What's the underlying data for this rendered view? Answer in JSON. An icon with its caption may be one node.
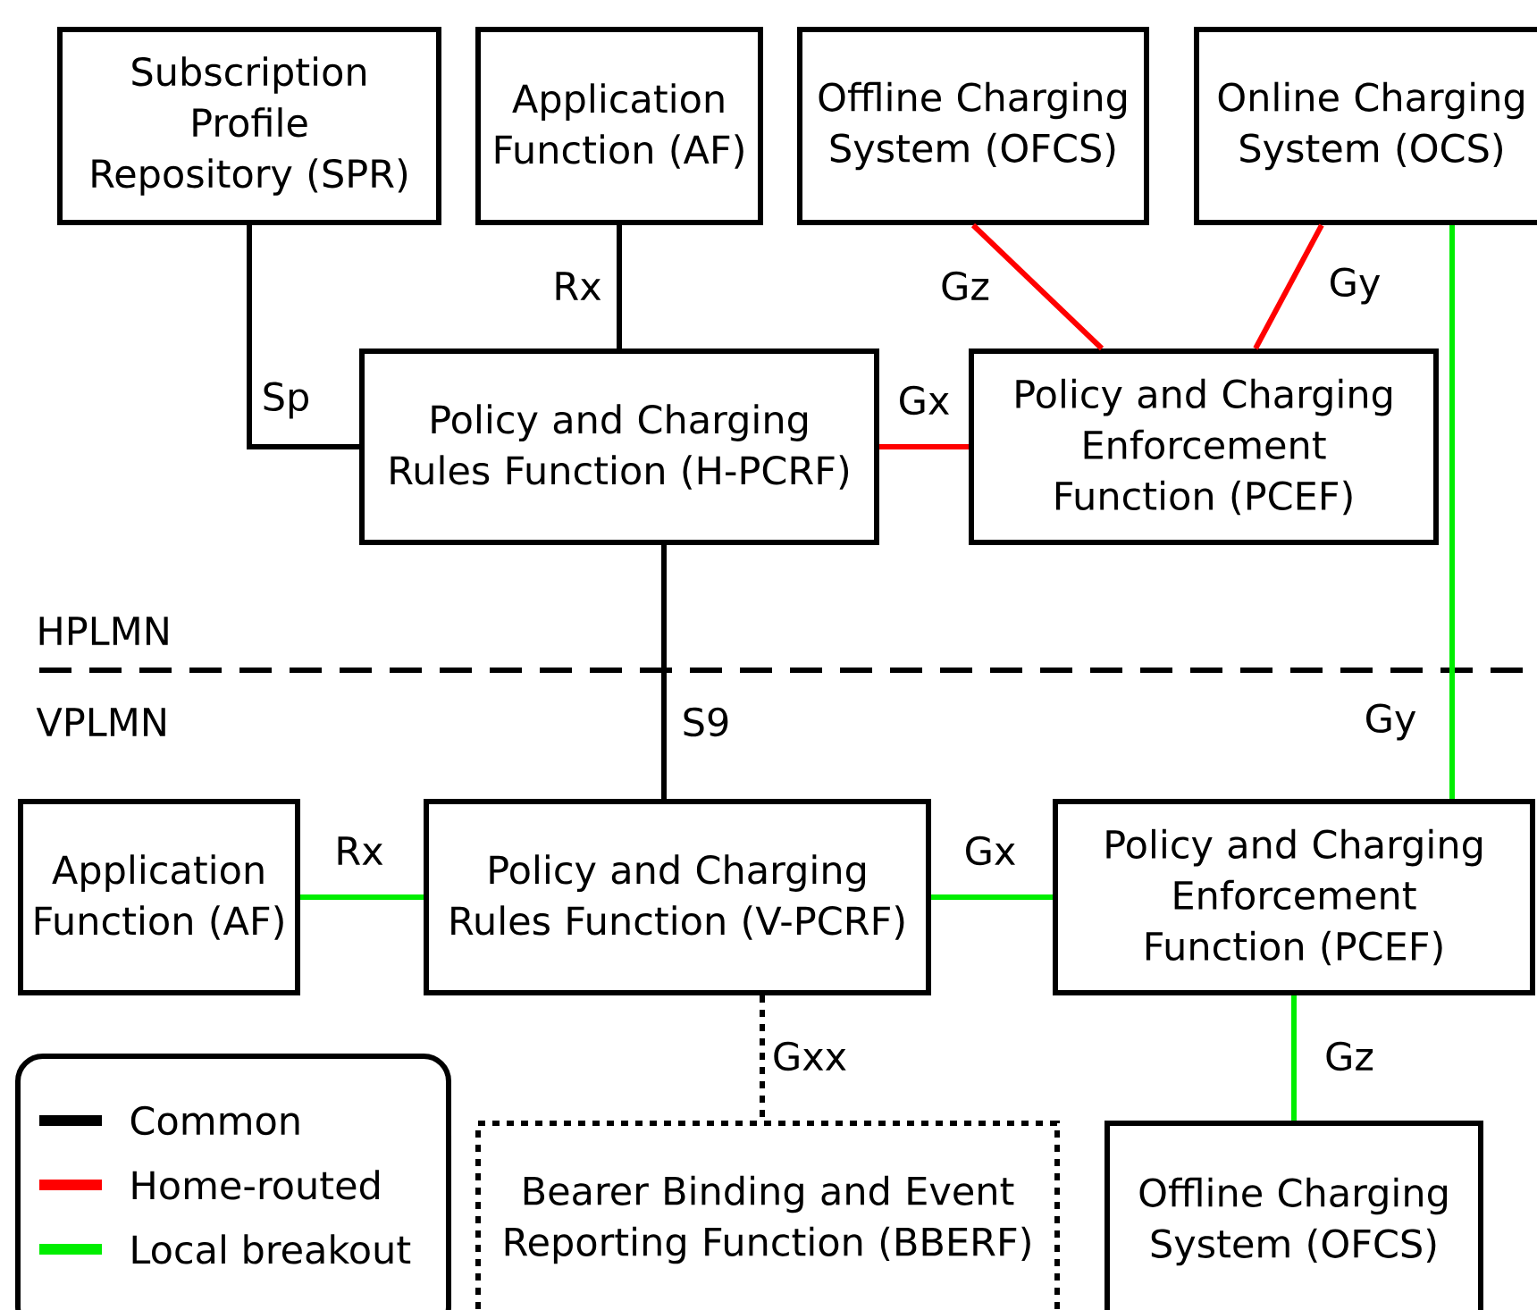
{
  "diagram": {
    "nodes": [
      {
        "text": [
          "Subscription Profile Repository (SPR)"
        ]
      },
      {
        "text": [
          "Application Function (AF)"
        ]
      },
      {
        "text": [
          "Offline Charging System (OFCS)"
        ]
      },
      {
        "text": [
          "Online Charging System (OCS)"
        ]
      },
      {
        "text": [
          "Policy and Charging Rules Function (H-PCRF)"
        ]
      },
      {
        "text": [
          "Policy and Charging Enforcement Function (PCEF)"
        ]
      },
      {
        "text": [
          "Application Function (AF)"
        ]
      },
      {
        "text": [
          "Policy and Charging Rules Function (V-PCRF)"
        ]
      },
      {
        "text": [
          "Policy and Charging Enforcement Function (PCEF)"
        ]
      },
      {
        "text": [
          "Bearer Binding and Event Reporting Function (BBERF)"
        ]
      },
      {
        "text": [
          "Offline Charging System (OFCS)"
        ]
      }
    ],
    "edges": [
      {
        "from": 0,
        "to": 4,
        "arrow": "none",
        "label": "Sp"
      },
      {
        "from": 1,
        "to": 4,
        "arrow": "none",
        "label": "Rx"
      },
      {
        "from": 2,
        "to": 5,
        "arrow": "none",
        "label": "Gz",
        "color": "#ff0000"
      },
      {
        "from": 3,
        "to": 5,
        "arrow": "none",
        "label": "Gy",
        "color": "#ff0000"
      },
      {
        "from": 4,
        "to": 5,
        "arrow": "none",
        "label": "Gx",
        "color": "#ff0000"
      },
      {
        "from": 4,
        "to": 7,
        "arrow": "none",
        "label": "S9"
      },
      {
        "from": 3,
        "to": 8,
        "arrow": "none",
        "label": "Gy",
        "color": "#00ee00"
      },
      {
        "from": 6,
        "to": 7,
        "arrow": "none",
        "label": "Rx",
        "color": "#00ee00"
      },
      {
        "from": 7,
        "to": 8,
        "arrow": "none",
        "label": "Gx",
        "color": "#00ee00"
      },
      {
        "from": 7,
        "to": 9,
        "arrow": "none",
        "label": "Gxx",
        "style": "dashed"
      },
      {
        "from": 8,
        "to": 10,
        "arrow": "none",
        "label": "Gz",
        "color": "#00ee00"
      }
    ],
    "labels": [
      "HPLMN",
      "VPLMN"
    ],
    "legend": [
      {
        "text": "Common",
        "color": "#000000"
      },
      {
        "text": "Home-routed",
        "color": "#ff0000"
      },
      {
        "text": "Local breakout",
        "color": "#00ee00"
      }
    ]
  }
}
